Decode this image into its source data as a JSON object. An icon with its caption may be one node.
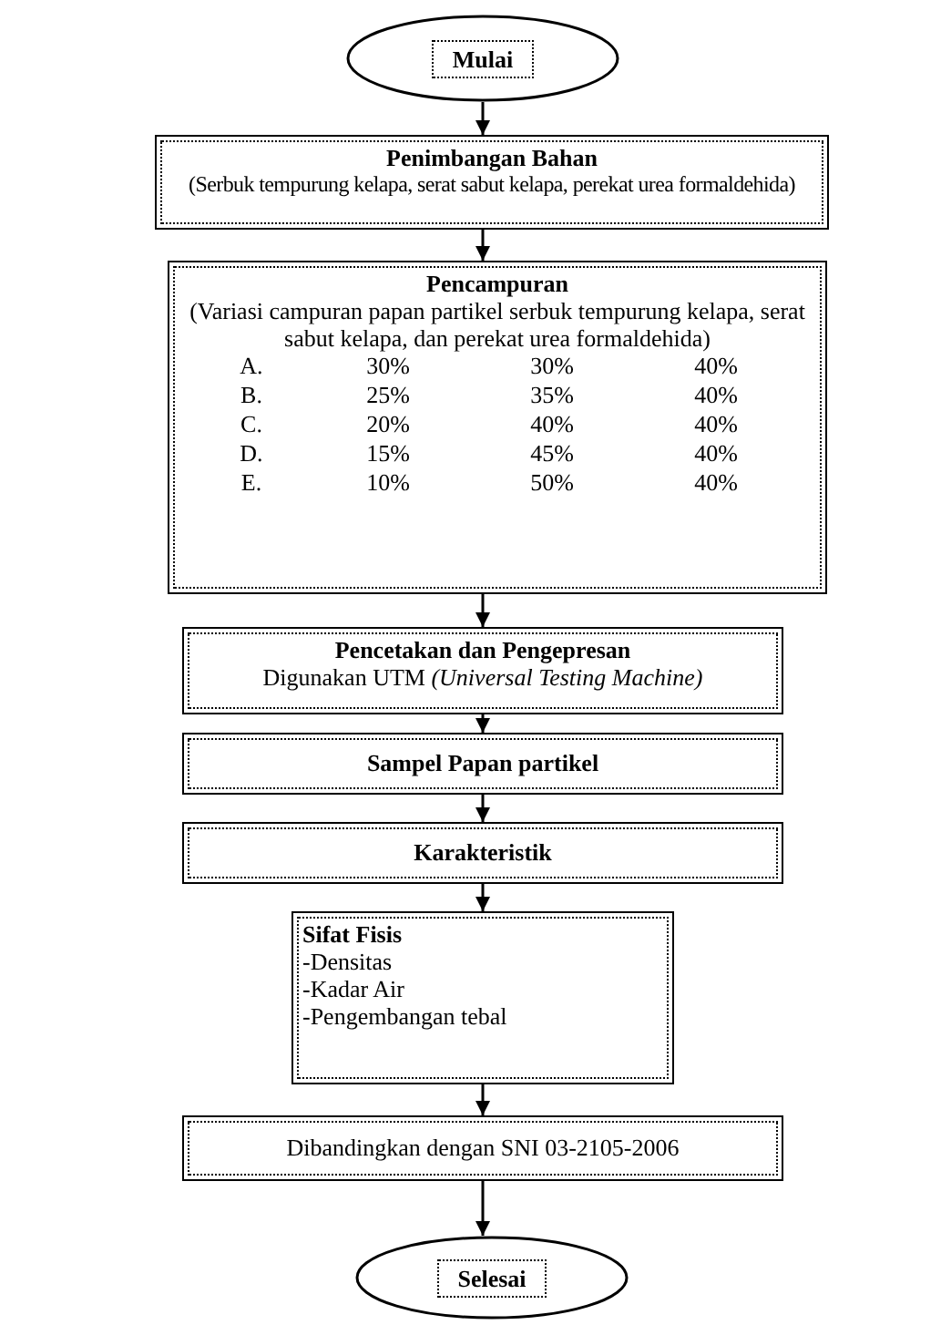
{
  "diagram": {
    "nodes": [
      {
        "text": [
          "Mulai"
        ]
      },
      {
        "text": [
          "Penimbangan Bahan",
          "(Serbuk tempurung kelapa, serat sabut kelapa, perekat urea formaldehida)"
        ]
      },
      {
        "text": [
          "Pencampuran",
          "(Variasi campuran papan partikel serbuk tempurung kelapa, serat sabut kelapa, dan perekat urea formaldehida)"
        ]
      },
      {
        "text": [
          "Pencetakan dan Pengepresan",
          "Digunakan UTM *(Universal Testing Machine)*"
        ]
      },
      {
        "text": [
          "Sampel Papan partikel"
        ]
      },
      {
        "text": [
          "Karakteristik"
        ]
      },
      {
        "text": [
          "Sifat Fisis",
          "-Densitas",
          "-Kadar Air",
          "-Pengembangan tebal"
        ]
      },
      {
        "text": [
          "Dibandingkan dengan SNI 03-2105-2006"
        ]
      },
      {
        "text": [
          "Selesai"
        ]
      }
    ],
    "edges": [
      {
        "from": 0,
        "to": 1,
        "arrow": "to"
      },
      {
        "from": 1,
        "to": 2,
        "arrow": "to"
      },
      {
        "from": 2,
        "to": 3,
        "arrow": "to"
      },
      {
        "from": 3,
        "to": 4,
        "arrow": "to"
      },
      {
        "from": 4,
        "to": 5,
        "arrow": "to"
      },
      {
        "from": 5,
        "to": 6,
        "arrow": "to"
      },
      {
        "from": 6,
        "to": 7,
        "arrow": "to"
      },
      {
        "from": 7,
        "to": 8,
        "arrow": "to"
      }
    ],
    "labels": [
      "A.",
      "30%",
      "30%",
      "40%",
      "B.",
      "25%",
      "35%",
      "40%",
      "C.",
      "20%",
      "40%",
      "40%",
      "D.",
      "15%",
      "45%",
      "40%",
      "E.",
      "10%",
      "50%",
      "40%"
    ]
  }
}
